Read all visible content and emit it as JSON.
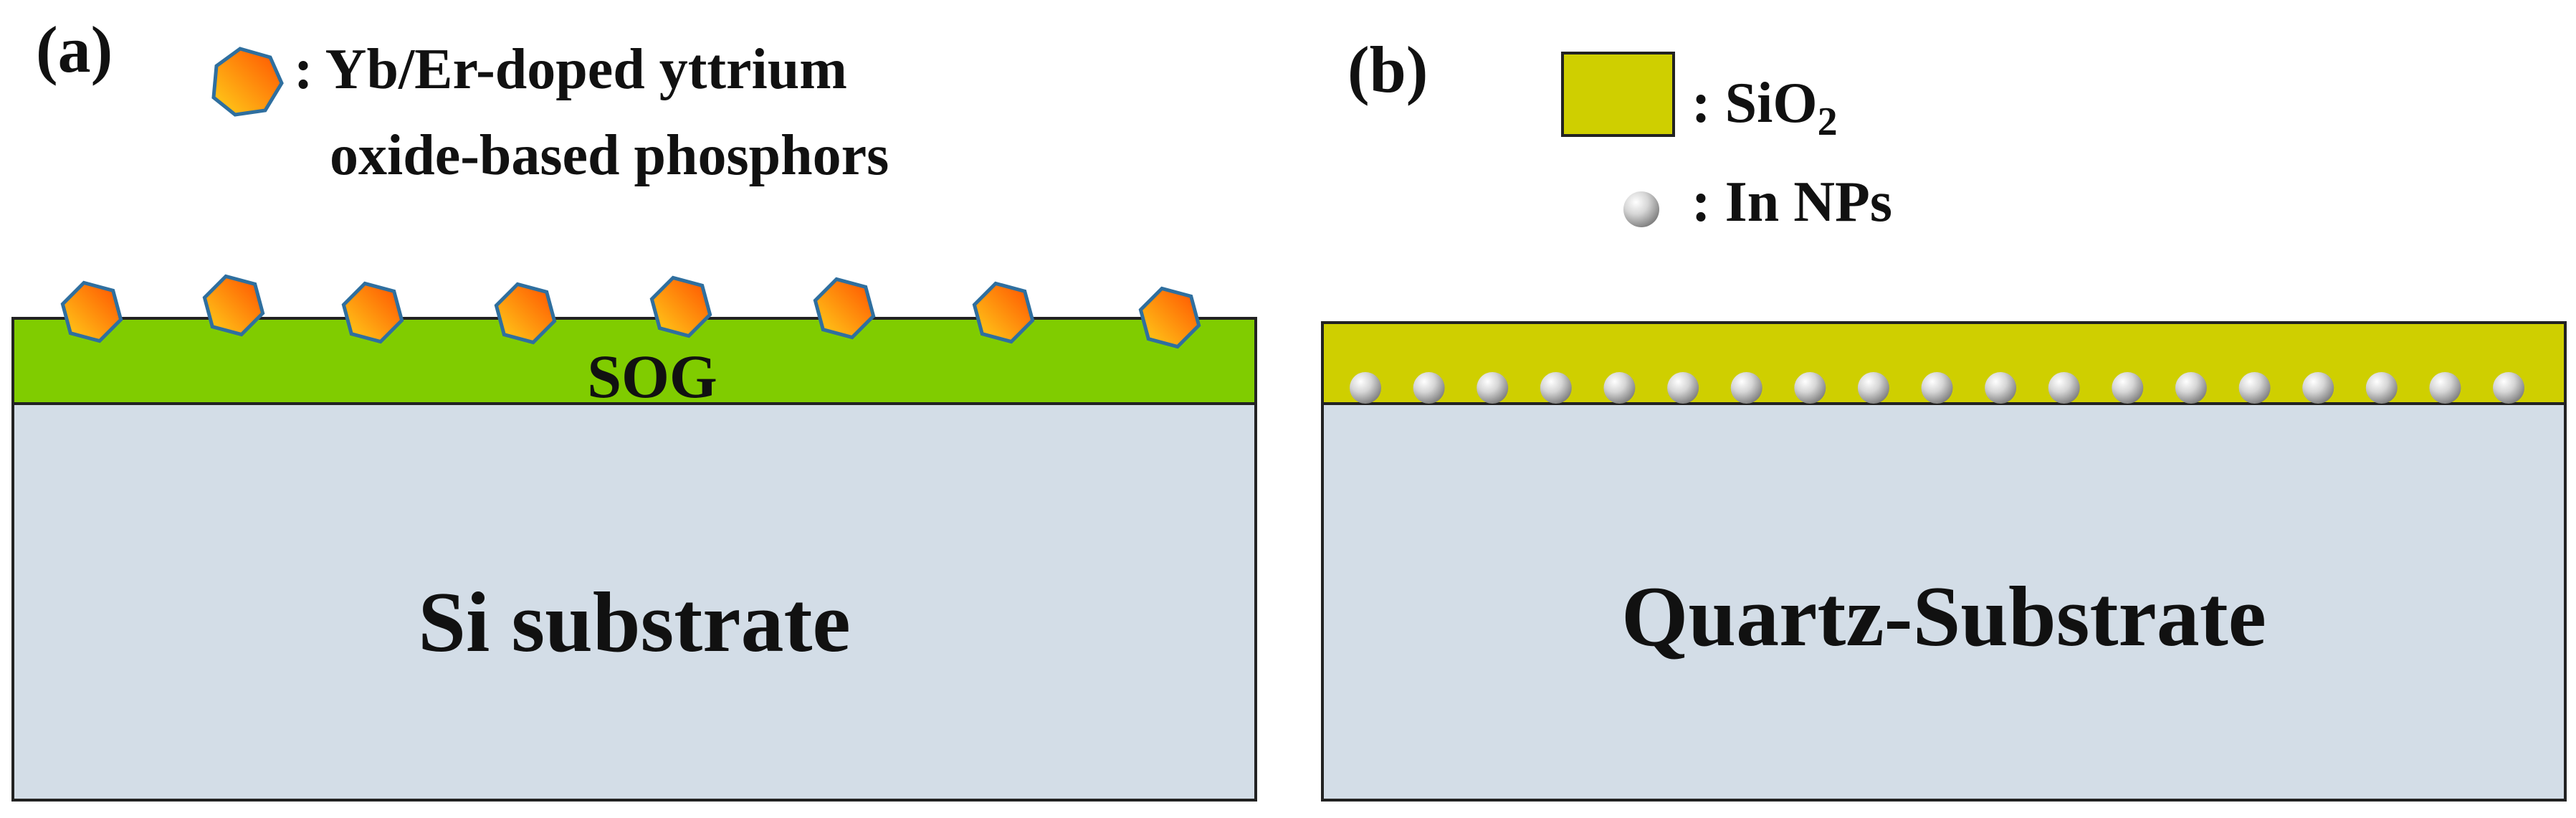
{
  "panel_a": {
    "label": "(a)",
    "legend": {
      "icon": "orange-hexagon",
      "line1": ": Yb/Er-doped yttrium",
      "line2": "oxide-based phosphors"
    },
    "layer_label": "SOG",
    "substrate_label": "Si substrate",
    "particle_count": 8
  },
  "panel_b": {
    "label": "(b)",
    "legend": {
      "sio2_icon": "olive-rectangle",
      "sio2_prefix": ": SiO",
      "sio2_subscript": "2",
      "np_icon": "silver-sphere",
      "np_label": ": In NPs"
    },
    "substrate_label": "Quartz-Substrate",
    "sphere_count": 19
  },
  "colors": {
    "substrate": "#d3dde7",
    "sog": "#80cc00",
    "sio2": "#cfcf00",
    "hex_outline": "#2f6f9f",
    "hex_gradient_start": "#ffd21a",
    "hex_gradient_end": "#ff4f00",
    "sphere_highlight": "#ffffff",
    "sphere_shadow": "#7c7c7c"
  }
}
